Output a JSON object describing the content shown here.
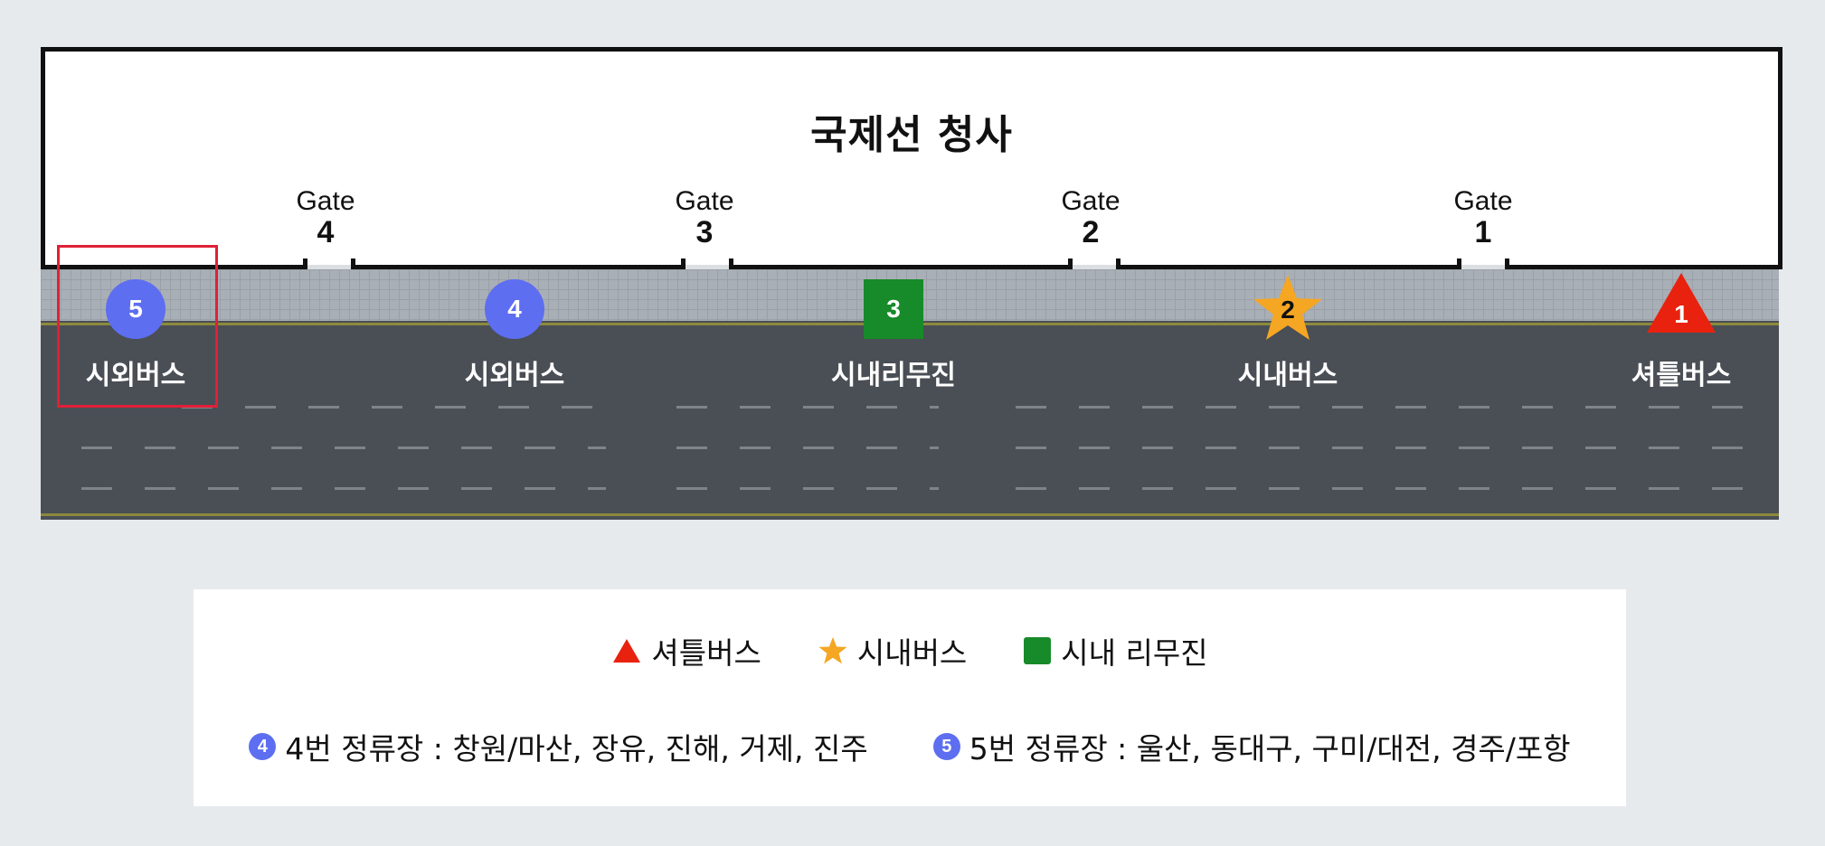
{
  "terminal": {
    "title": "국제선 청사"
  },
  "gates": [
    {
      "word": "Gate",
      "number": "4"
    },
    {
      "word": "Gate",
      "number": "3"
    },
    {
      "word": "Gate",
      "number": "2"
    },
    {
      "word": "Gate",
      "number": "1"
    }
  ],
  "stops": [
    {
      "number": "5",
      "label": "시외버스",
      "shape": "circle",
      "color": "#5d6ef0"
    },
    {
      "number": "4",
      "label": "시외버스",
      "shape": "circle",
      "color": "#5d6ef0"
    },
    {
      "number": "3",
      "label": "시내리무진",
      "shape": "square",
      "color": "#178a29"
    },
    {
      "number": "2",
      "label": "시내버스",
      "shape": "star",
      "color": "#f5a623"
    },
    {
      "number": "1",
      "label": "셔틀버스",
      "shape": "triangle",
      "color": "#e8220f"
    }
  ],
  "highlight_color": "#e02036",
  "legend": {
    "types": [
      {
        "icon": "triangle-icon",
        "color": "#e8220f",
        "label": "셔틀버스"
      },
      {
        "icon": "star-icon",
        "color": "#f5a623",
        "label": "시내버스"
      },
      {
        "icon": "square-icon",
        "color": "#178a29",
        "label": "시내 리무진"
      }
    ],
    "stops": [
      {
        "badge": "4",
        "text": "4번 정류장 : 창원/마산, 장유, 진해, 거제, 진주"
      },
      {
        "badge": "5",
        "text": "5번 정류장 : 울산, 동대구, 구미/대전, 경주/포항"
      }
    ]
  }
}
